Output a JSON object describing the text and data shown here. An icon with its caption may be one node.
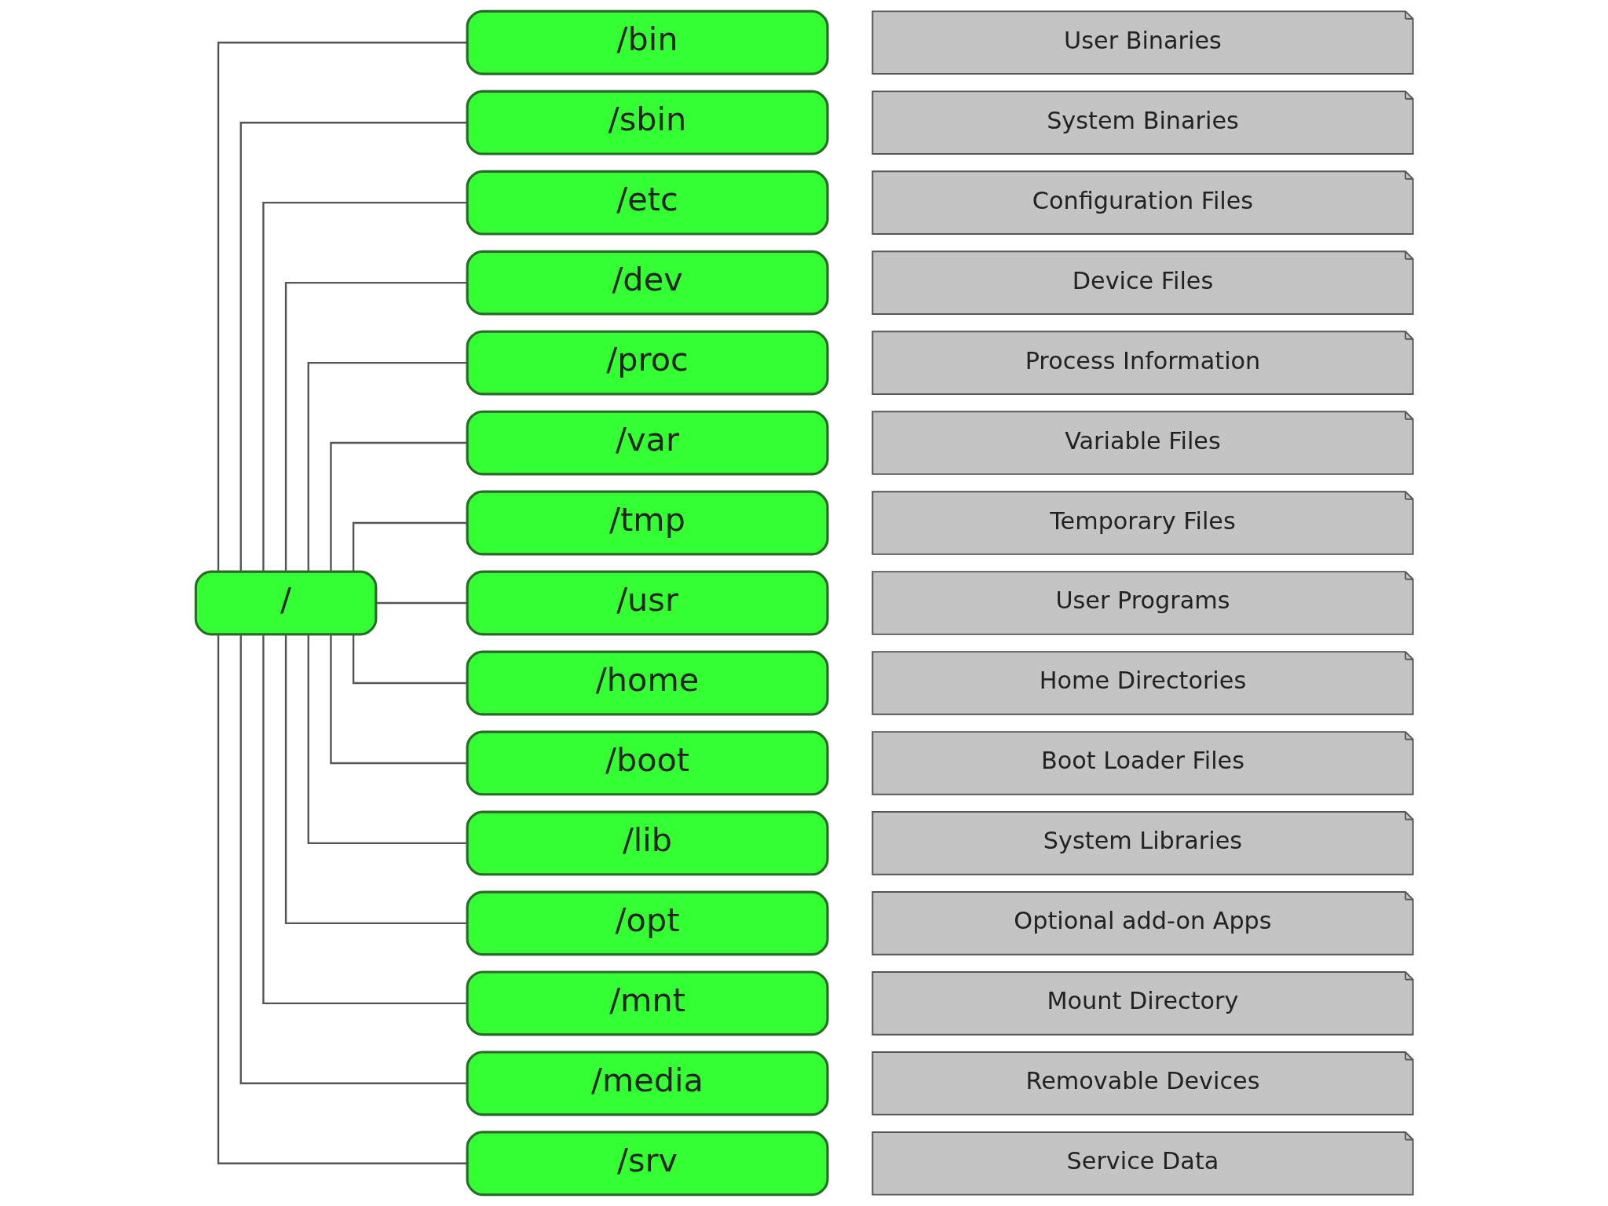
{
  "diagram": {
    "nodes": [
      {
        "text": [
          "/"
        ]
      },
      {
        "text": [
          "/bin"
        ]
      },
      {
        "text": [
          "User Binaries"
        ]
      },
      {
        "text": [
          "/sbin"
        ]
      },
      {
        "text": [
          "System Binaries"
        ]
      },
      {
        "text": [
          "/etc"
        ]
      },
      {
        "text": [
          "Configuration Files"
        ]
      },
      {
        "text": [
          "/dev"
        ]
      },
      {
        "text": [
          "Device Files"
        ]
      },
      {
        "text": [
          "/proc"
        ]
      },
      {
        "text": [
          "Process Information"
        ]
      },
      {
        "text": [
          "/var"
        ]
      },
      {
        "text": [
          "Variable Files"
        ]
      },
      {
        "text": [
          "/tmp"
        ]
      },
      {
        "text": [
          "Temporary Files"
        ]
      },
      {
        "text": [
          "/usr"
        ]
      },
      {
        "text": [
          "User Programs"
        ]
      },
      {
        "text": [
          "/home"
        ]
      },
      {
        "text": [
          "Home Directories"
        ]
      },
      {
        "text": [
          "/boot"
        ]
      },
      {
        "text": [
          "Boot Loader Files"
        ]
      },
      {
        "text": [
          "/lib"
        ]
      },
      {
        "text": [
          "System Libraries"
        ]
      },
      {
        "text": [
          "/opt"
        ]
      },
      {
        "text": [
          "Optional add-on Apps"
        ]
      },
      {
        "text": [
          "/mnt"
        ]
      },
      {
        "text": [
          "Mount Directory"
        ]
      },
      {
        "text": [
          "/media"
        ]
      },
      {
        "text": [
          "Removable Devices"
        ]
      },
      {
        "text": [
          "/srv"
        ]
      },
      {
        "text": [
          "Service Data"
        ]
      }
    ],
    "edges": [
      {
        "from": 0,
        "to": 1,
        "arrow": "none"
      },
      {
        "from": 0,
        "to": 3,
        "arrow": "none"
      },
      {
        "from": 0,
        "to": 5,
        "arrow": "none"
      },
      {
        "from": 0,
        "to": 7,
        "arrow": "none"
      },
      {
        "from": 0,
        "to": 9,
        "arrow": "none"
      },
      {
        "from": 0,
        "to": 11,
        "arrow": "none"
      },
      {
        "from": 0,
        "to": 13,
        "arrow": "none"
      },
      {
        "from": 0,
        "to": 15,
        "arrow": "none"
      },
      {
        "from": 0,
        "to": 17,
        "arrow": "none"
      },
      {
        "from": 0,
        "to": 19,
        "arrow": "none"
      },
      {
        "from": 0,
        "to": 21,
        "arrow": "none"
      },
      {
        "from": 0,
        "to": 23,
        "arrow": "none"
      },
      {
        "from": 0,
        "to": 25,
        "arrow": "none"
      },
      {
        "from": 0,
        "to": 27,
        "arrow": "none"
      },
      {
        "from": 0,
        "to": 29,
        "arrow": "none"
      }
    ]
  }
}
